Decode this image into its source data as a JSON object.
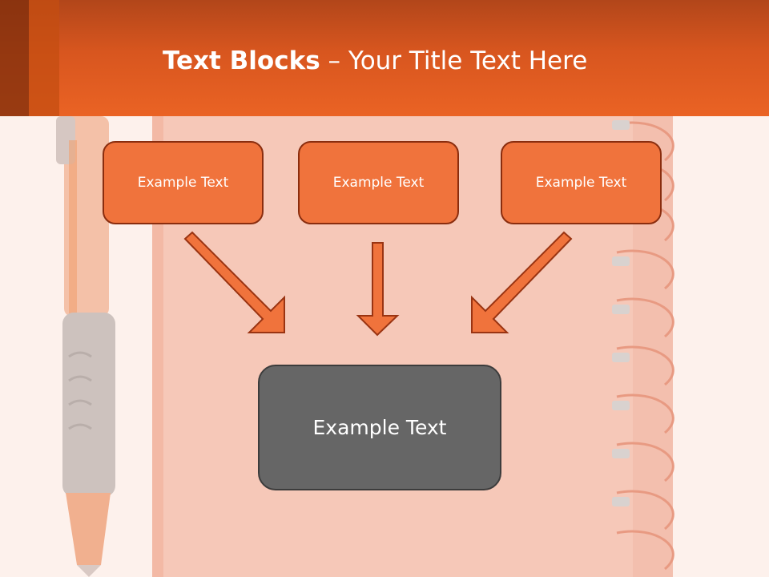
{
  "title": {
    "bold": "Text Blocks",
    "separator": " – ",
    "rest": "Your Title Text Here"
  },
  "diagram": {
    "top_boxes": [
      {
        "label": "Example Text"
      },
      {
        "label": "Example Text"
      },
      {
        "label": "Example Text"
      }
    ],
    "center_box": {
      "label": "Example Text"
    }
  },
  "colors": {
    "header": "#e85f22",
    "box_fill": "#f0733c",
    "box_border": "#8a2d0e",
    "center_fill": "#666666",
    "arrow_fill": "#f0733c",
    "arrow_stroke": "#9a3412"
  },
  "icons": [
    "pen-image",
    "notebook-image",
    "spiral-binding"
  ]
}
